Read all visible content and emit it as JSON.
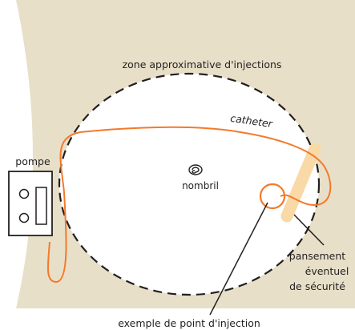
{
  "labels": {
    "zone": "zone approximative d'injections",
    "catheter": "catheter",
    "pompe": "pompe",
    "nombril": "nombril",
    "pansement_line1": "pansement",
    "pansement_line2": "éventuel",
    "pansement_line3": "de sécurité",
    "exemple": "exemple de point d'injection"
  },
  "icons": {
    "navel": "navel-spiral-icon"
  },
  "colors": {
    "skin": "#e8dfc9",
    "catheter": "#f47a2a",
    "dressing": "#f9d9a6",
    "outline": "#231f20",
    "pump_body": "#ffffff"
  }
}
